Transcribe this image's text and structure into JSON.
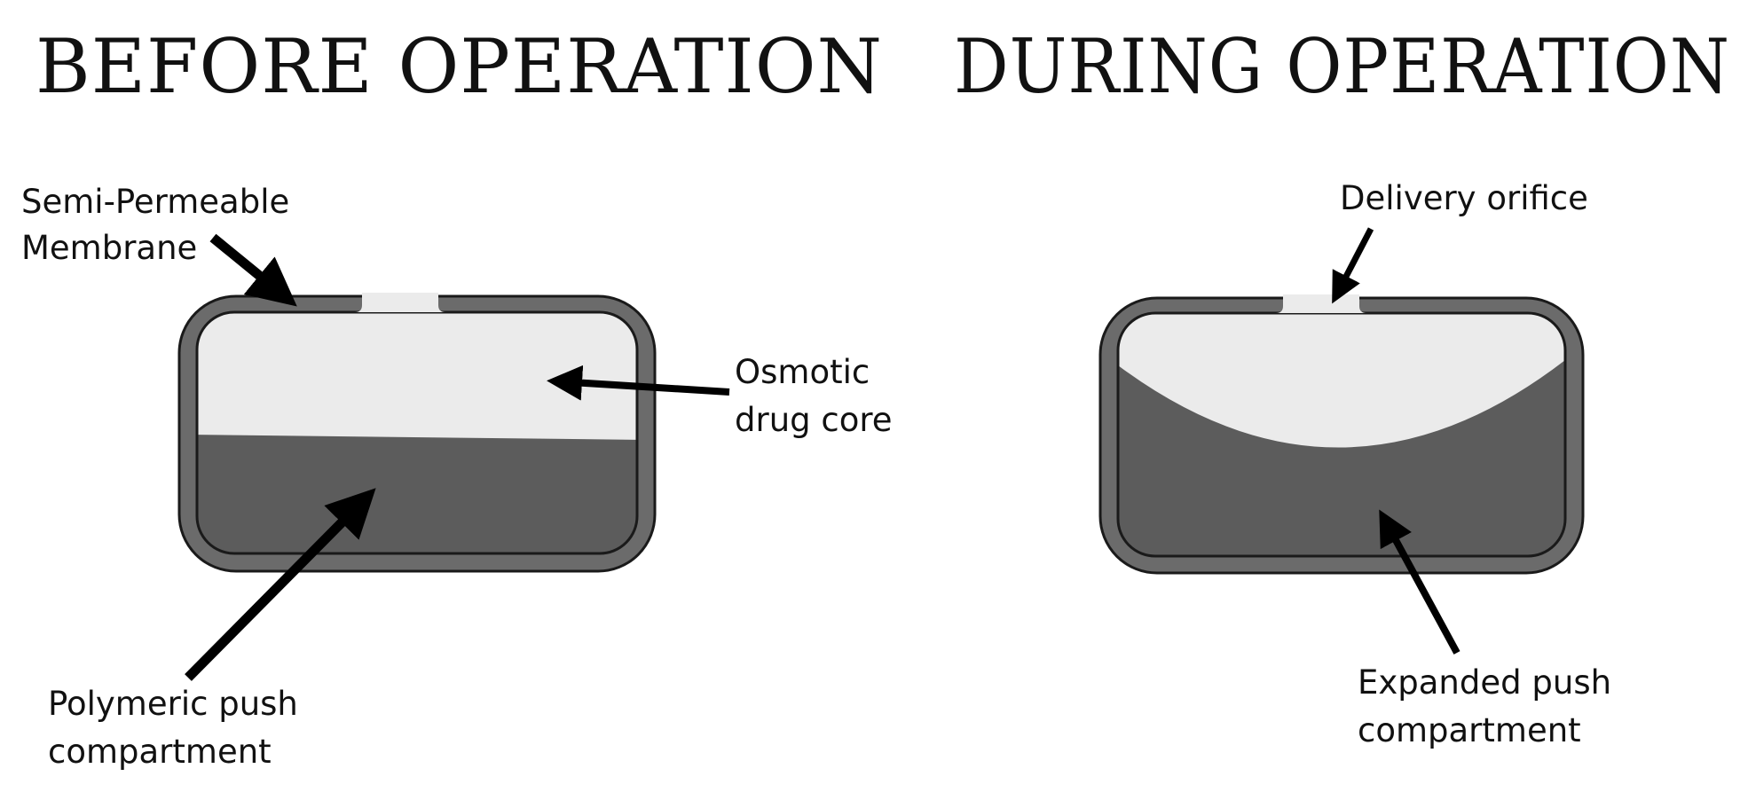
{
  "headings": {
    "before": "BEFORE OPERATION",
    "during": "DURING OPERATION"
  },
  "labels": {
    "membrane_line1": "Semi-Permeable",
    "membrane_line2": "Membrane",
    "osmotic_line1": "Osmotic",
    "osmotic_line2": "drug core",
    "polymeric_line1": "Polymeric push",
    "polymeric_line2": "compartment",
    "orifice": "Delivery orifice",
    "expanded_line1": "Expanded push",
    "expanded_line2": "compartment"
  },
  "colors": {
    "shell": "#6b6b6b",
    "drug_core": "#ebebeb",
    "push_compartment": "#5c5c5c",
    "outline": "#1a1a1a",
    "arrow": "#000000"
  }
}
